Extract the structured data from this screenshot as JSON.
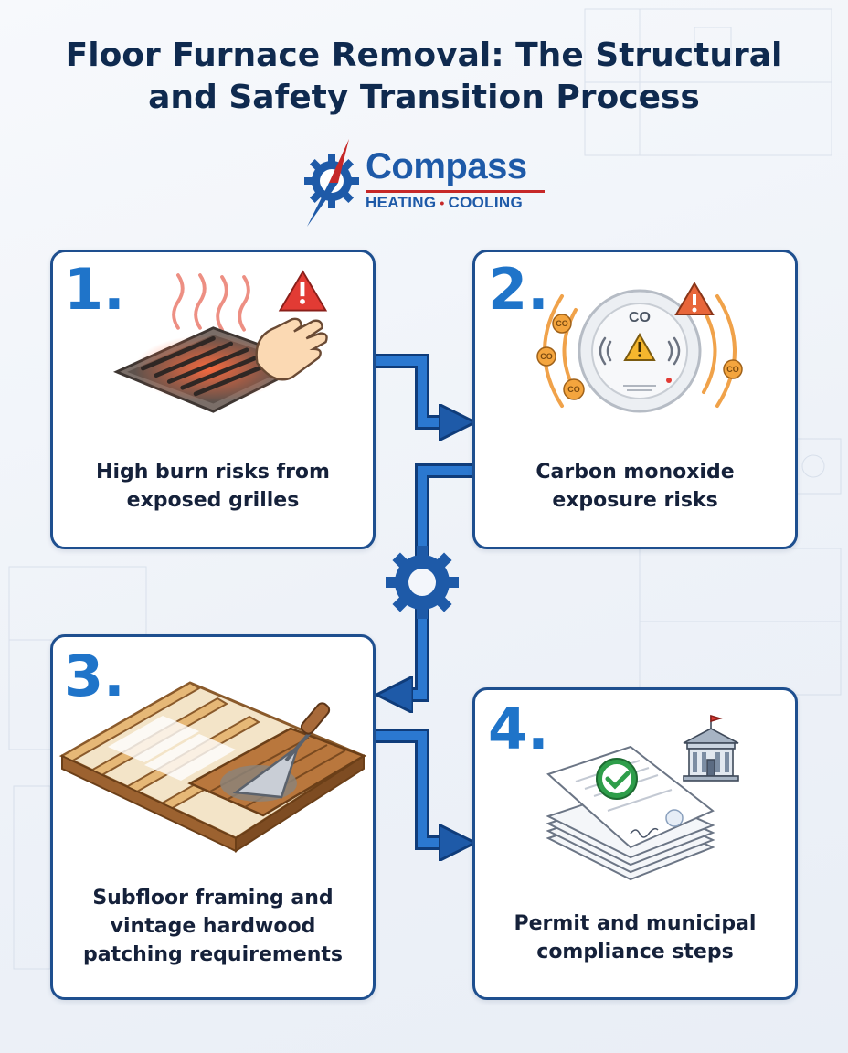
{
  "title": {
    "line1": "Floor Furnace Removal: The Structural",
    "line2": "and Safety Transition Process"
  },
  "logo": {
    "brand": "Compass",
    "sub_left": "HEATING",
    "sub_dot": "•",
    "sub_right": "COOLING",
    "icon": "compass-gear-icon"
  },
  "steps": [
    {
      "number": "1.",
      "caption_lines": [
        "High burn risks from",
        "exposed grilles"
      ],
      "icon": "hot-grille-hand-warning-icon"
    },
    {
      "number": "2.",
      "caption_lines": [
        "Carbon monoxide",
        "exposure risks"
      ],
      "icon": "co-detector-warning-icon",
      "co_label": "CO"
    },
    {
      "number": "3.",
      "caption_lines": [
        "Subfloor framing and",
        "vintage hardwood",
        "patching requirements"
      ],
      "icon": "subfloor-trowel-icon"
    },
    {
      "number": "4.",
      "caption_lines": [
        "Permit and municipal",
        "compliance steps"
      ],
      "icon": "permit-documents-building-icon"
    }
  ],
  "colors": {
    "navy": "#0f2a4f",
    "brand_blue": "#1e5aa8",
    "number_blue": "#1f74c9",
    "accent_red": "#c62828",
    "warning_orange": "#e8663a",
    "check_green": "#2e9e4a"
  }
}
